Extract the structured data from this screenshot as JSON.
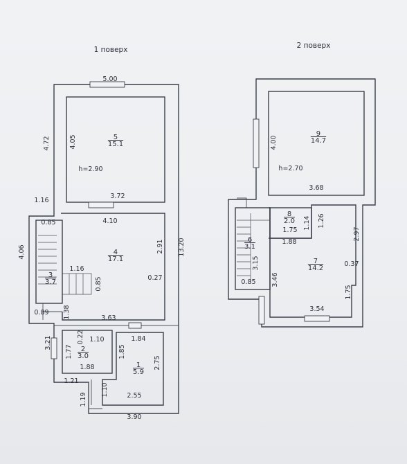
{
  "floor1": {
    "title": "1 поверх",
    "dims": {
      "top_width": "5.00",
      "left_upper": "4.72",
      "room5_height": "4.05",
      "ceiling_h": "h=2.90",
      "room5_width": "3.72",
      "left_step": "1.16",
      "corridor_width": "4.10",
      "left_mid": "4.06",
      "stair_w": "0.85",
      "room4_side": "2.91",
      "total_height": "13.20",
      "stair_len": "1.16",
      "room3_side": "0.85",
      "right_offset": "0.27",
      "entry_w": "0.89",
      "entry_len": "1.38",
      "room4_bottom": "3.63",
      "room2_top_small": "0.22",
      "room2_width": "1.10",
      "left_lower": "3.21",
      "room2_side": "1.77",
      "room2_bottom": "1.88",
      "room1_mid": "1.85",
      "room1_top": "1.84",
      "room1_side": "2.75",
      "porch_w": "1.21",
      "porch_side_a": "1.19",
      "porch_side_b": "1.10",
      "room1_bottom": "2.55",
      "bottom_width": "3.90"
    },
    "rooms": [
      {
        "num": "5",
        "area": "15.1"
      },
      {
        "num": "4",
        "area": "17.1"
      },
      {
        "num": "3",
        "area": "3.7"
      },
      {
        "num": "2",
        "area": "3.0"
      },
      {
        "num": "1",
        "area": "5.9"
      }
    ]
  },
  "floor2": {
    "title": "2 поверх",
    "dims": {
      "room9_height": "4.00",
      "ceiling_h": "h=2.70",
      "room9_width": "3.68",
      "room8_side_a": "1.14",
      "room8_side_b": "1.26",
      "room8_width": "1.75",
      "room6_width": "1.88",
      "room7_side": "2.97",
      "room6_len": "3.15",
      "room7_left": "3.46",
      "room7_offset": "0.37",
      "stair_w": "0.85",
      "room7_right": "1.75",
      "room7_bottom": "3.54"
    },
    "rooms": [
      {
        "num": "9",
        "area": "14.7"
      },
      {
        "num": "8",
        "area": "2.0"
      },
      {
        "num": "6",
        "area": "3.1"
      },
      {
        "num": "7",
        "area": "14.2"
      }
    ]
  }
}
